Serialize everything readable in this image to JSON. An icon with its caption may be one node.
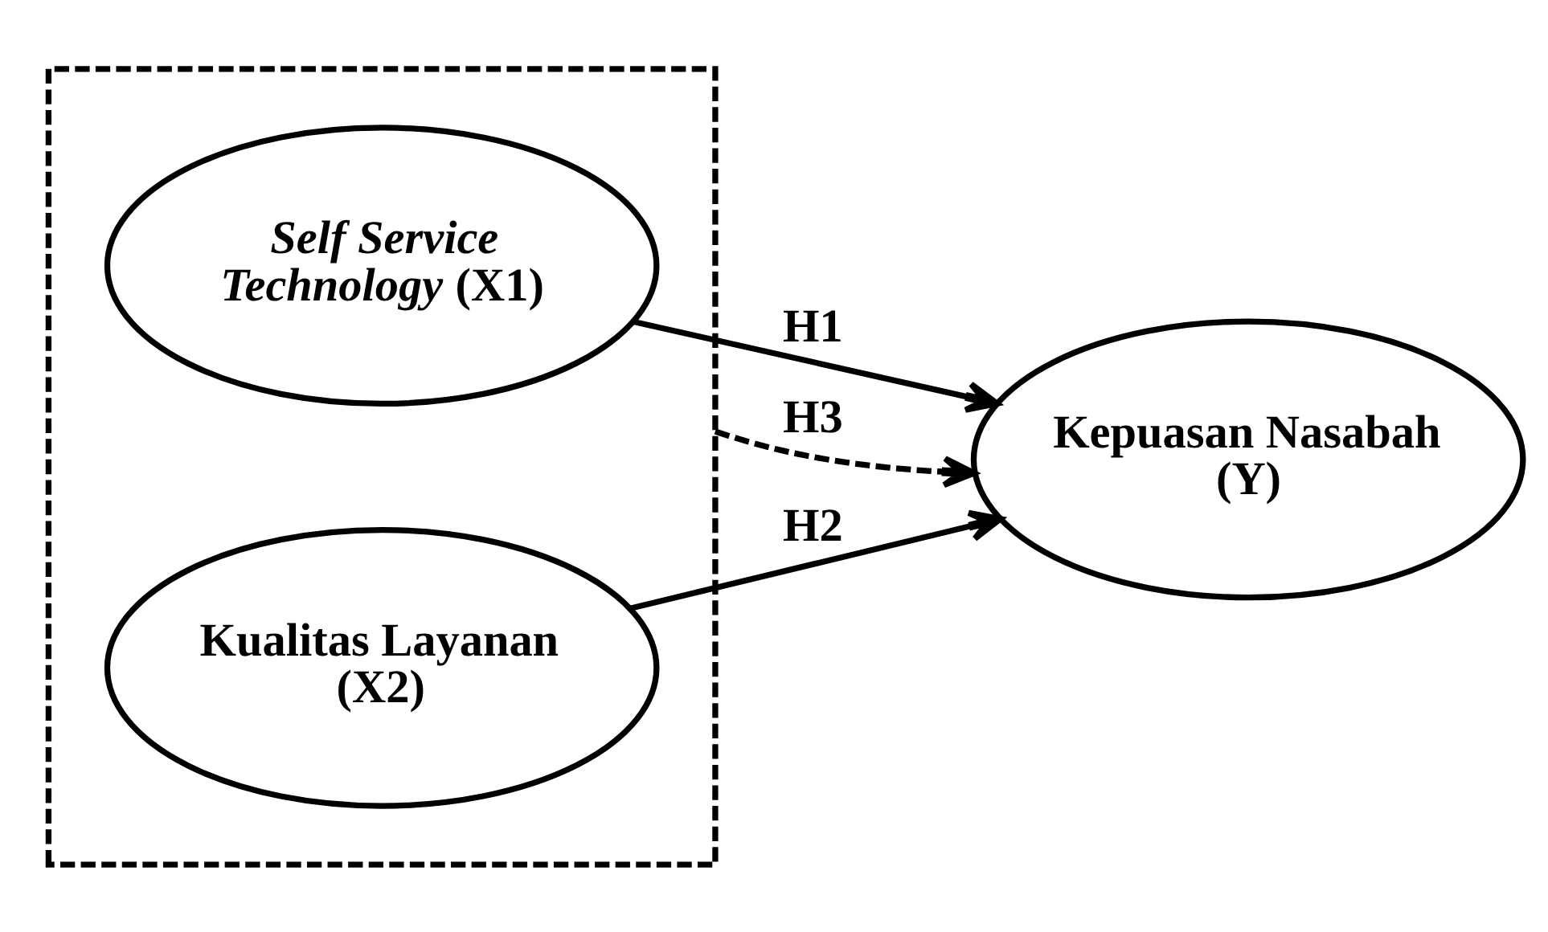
{
  "diagram": {
    "nodes": [
      {
        "text": [],
        "shape": "box"
      },
      {
        "text": [
          "*Self Service Technology* (X1)"
        ],
        "in": 0
      },
      {
        "text": [
          "Kualitas Layanan (X2)"
        ],
        "in": 0
      },
      {
        "text": [
          "Kepuasan Nasabah (Y)"
        ]
      }
    ],
    "edges": [
      {
        "from": 1,
        "to": 3,
        "arrow": "to",
        "label": "H1"
      },
      {
        "from": 2,
        "to": 3,
        "arrow": "to",
        "label": "H2"
      },
      {
        "from": 0,
        "to": 3,
        "arrow": "to",
        "label": "H3",
        "style": "dashed"
      }
    ]
  }
}
